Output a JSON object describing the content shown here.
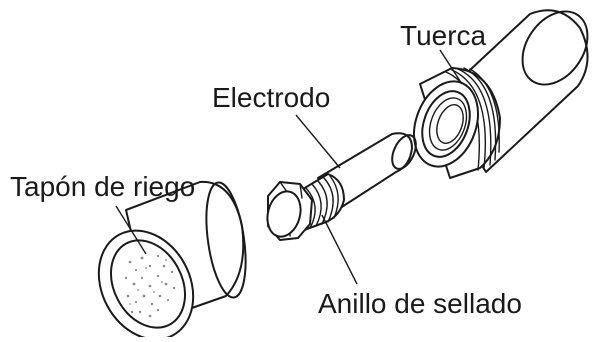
{
  "labels": {
    "nut": "Tuerca",
    "electrode": "Electrodo",
    "irrigation_cap": "Tapón de riego",
    "sealing_ring": "Anillo de sellado"
  },
  "colors": {
    "line": "#1a1a1a",
    "background": "#ffffff",
    "speckle": "#8a8a8a"
  }
}
